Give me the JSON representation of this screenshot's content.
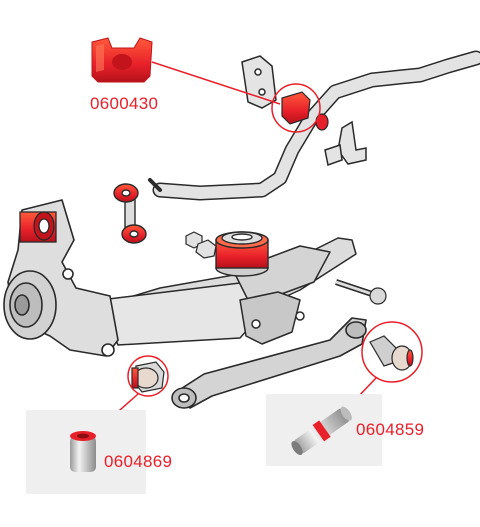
{
  "parts": [
    {
      "code": "0600430",
      "item": "stabilizer-bar-bushing"
    },
    {
      "code": "0604869",
      "item": "lower-arm-bushing"
    },
    {
      "code": "0604859",
      "item": "trailing-link-bushing"
    }
  ],
  "colors": {
    "polyurethane_red": "#e8202a",
    "metal_grey": "#d8d8d8",
    "outline": "#2a2a2a",
    "photo_background": "#f0f0f0"
  }
}
